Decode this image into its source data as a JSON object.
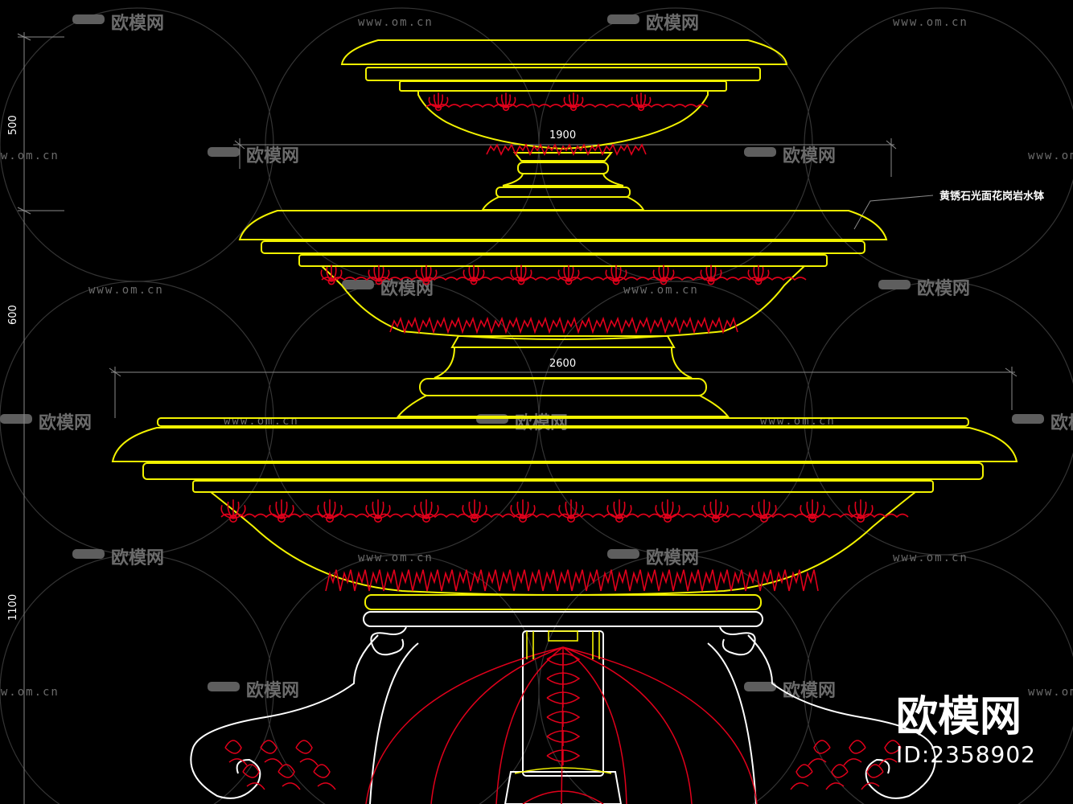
{
  "drawing": {
    "dimensions": {
      "height_top": "500",
      "height_middle": "600",
      "height_bottom": "1100",
      "width_middle": "1900",
      "width_bottom": "2600"
    },
    "material_note": "黄锈石光面花岗岩水钵",
    "colors": {
      "outline": "#f2f200",
      "ornament": "#e0001b",
      "base_line": "#ffffff",
      "dimension_line": "#8a8a8a",
      "watermark": "#6b6b6b"
    }
  },
  "watermark": {
    "logo_text": "欧模网",
    "url_text": "www.om.cn"
  },
  "brand": {
    "name": "欧模网",
    "id_label": "ID:2358902"
  }
}
